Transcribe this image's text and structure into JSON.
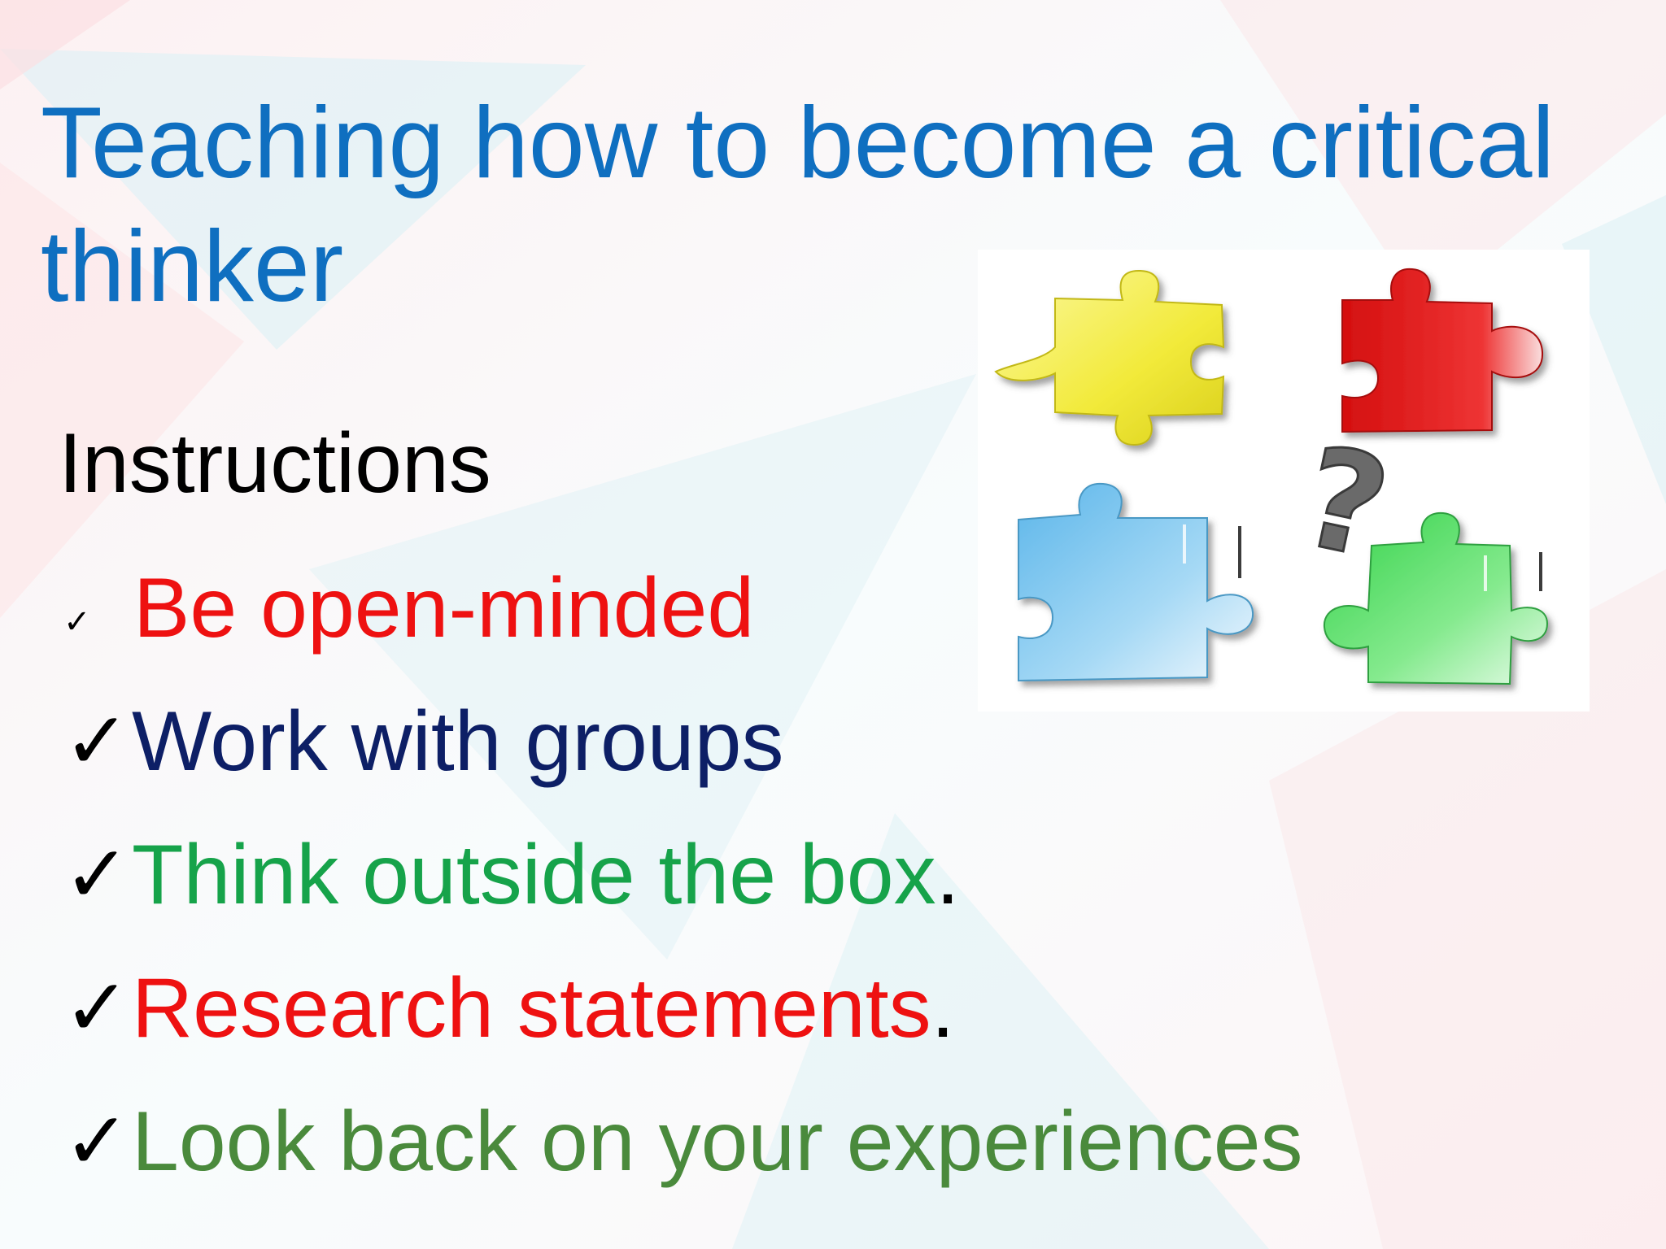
{
  "slide": {
    "title": "Teaching how to become a critical thinker",
    "subheading": "Instructions",
    "items": [
      {
        "text": "Be open-minded",
        "suffix": "",
        "color": "#ee1111",
        "check": "small"
      },
      {
        "text": "Work with groups",
        "suffix": "",
        "color": "#0d1f66",
        "check": "large"
      },
      {
        "text": "Think outside the box",
        "suffix": ".",
        "color": "#16a34a",
        "check": "large"
      },
      {
        "text": "Research statements",
        "suffix": ".",
        "color": "#ee1111",
        "check": "large"
      },
      {
        "text": "Look back on your experiences",
        "suffix": "",
        "color": "#4a8a3c",
        "check": "large"
      }
    ]
  },
  "image": {
    "icon": "puzzle-pieces-question-icon",
    "glyph": "?",
    "colors": {
      "yellow": "#f2ea3a",
      "red": "#e01818",
      "blue": "#6cc0ee",
      "green": "#55de66",
      "question": "#6a6a6a"
    }
  }
}
